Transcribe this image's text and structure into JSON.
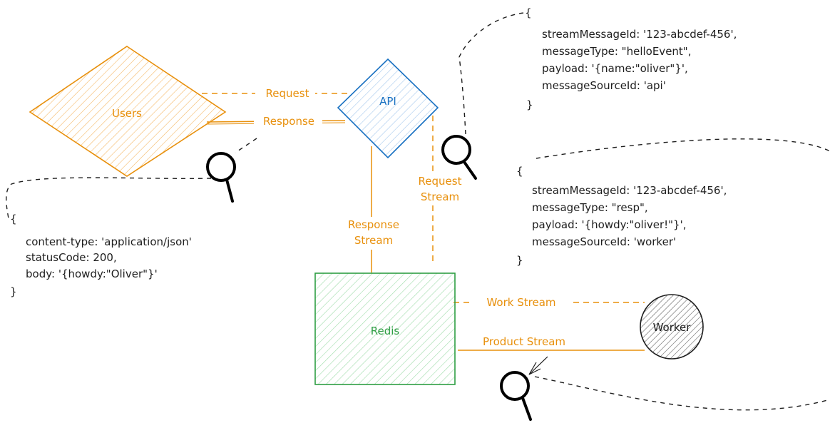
{
  "nodes": {
    "users": "Users",
    "api": "API",
    "redis": "Redis",
    "worker": "Worker"
  },
  "edges": {
    "request": "Request",
    "response": "Response",
    "request_stream_1": "Request",
    "request_stream_2": "Stream",
    "response_stream_1": "Response",
    "response_stream_2": "Stream",
    "work_stream": "Work Stream",
    "product_stream": "Product Stream"
  },
  "http_response": {
    "open": "{",
    "lines": [
      "content-type: 'application/json'",
      "statusCode: 200,",
      "body: '{howdy:\"Oliver\"}'"
    ],
    "close": "}"
  },
  "request_message": {
    "open": "{",
    "lines": [
      "streamMessageId: '123-abcdef-456',",
      "messageType: \"helloEvent\",",
      "payload: '{name:\"oliver\"}',",
      "messageSourceId: 'api'"
    ],
    "close": "}"
  },
  "worker_message": {
    "open": "{",
    "lines": [
      "streamMessageId: '123-abcdef-456',",
      "messageType: \"resp\",",
      "payload: '{howdy:\"oliver!\"}',",
      "messageSourceId: 'worker'"
    ],
    "close": "}"
  },
  "colors": {
    "users": "#e8900c",
    "api": "#1971c2",
    "redis": "#2f9e44",
    "worker": "#1e1e1e",
    "edges": "#e8900c"
  }
}
